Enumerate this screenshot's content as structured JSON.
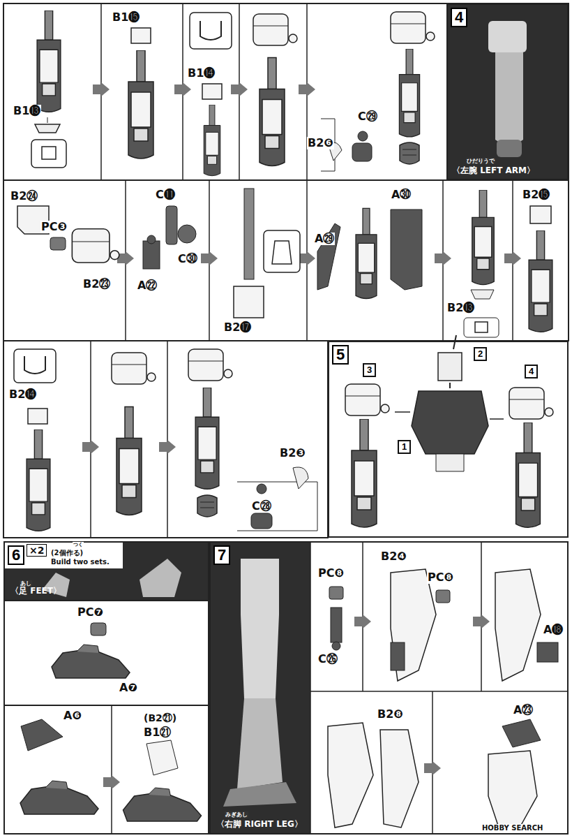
{
  "diagram": {
    "nodes": [
      {
        "text": [
          "4",
          "〈左腕 LEFT ARM〉"
        ]
      },
      {
        "text": [
          "5"
        ]
      },
      {
        "text": [
          "2"
        ],
        "in": 1
      },
      {
        "text": [
          "3"
        ],
        "in": 1
      },
      {
        "text": [
          "4"
        ],
        "in": 1
      },
      {
        "text": [
          "1"
        ],
        "in": 1
      },
      {
        "text": [
          "6",
          "〈足 FEET〉"
        ]
      },
      {
        "text": [
          "7",
          "〈右脚 RIGHT LEG〉"
        ]
      }
    ],
    "labels": [
      "B1⓭",
      "B1⓯",
      "B1⓮",
      "C㉙",
      "B2❻",
      "ひだりうで",
      "B2㉔",
      "PC❸",
      "B2㉓",
      "C⓫",
      "C㉚",
      "A㉒",
      "B2⓱",
      "A㉙",
      "A㉚",
      "B2⓭",
      "B2⓯",
      "B2⓮",
      "B2❸",
      "C㉘",
      "×2",
      "つく",
      "(2個作る)",
      "Build two sets.",
      "あし",
      "PC❼",
      "A❼",
      "A❻",
      "(B2㉑)",
      "B1㉑",
      "みぎあし",
      "PC❽",
      "C㉖",
      "B2❹",
      "PC❽",
      "A⓲",
      "B2❽",
      "A㉓",
      "HOBBY SEARCH"
    ]
  }
}
